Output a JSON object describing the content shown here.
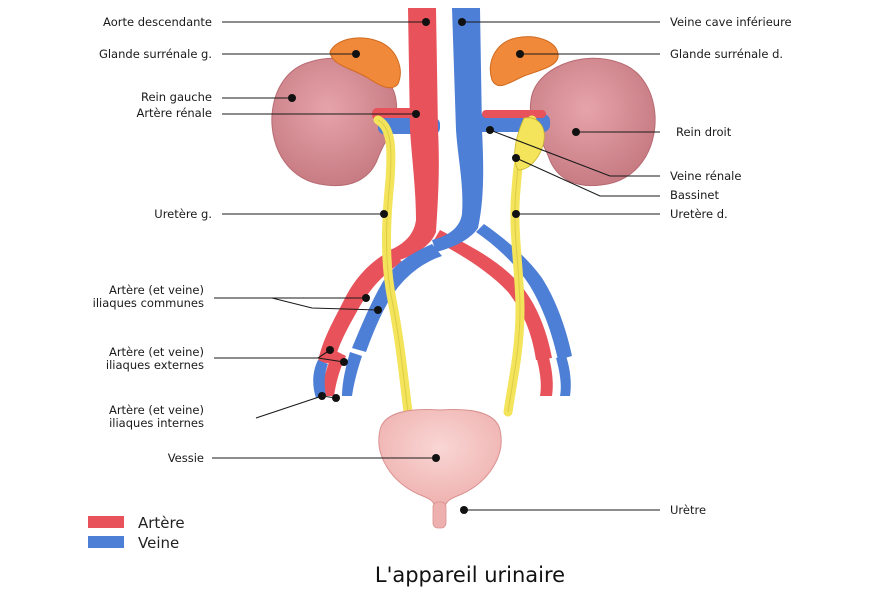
{
  "title": "L'appareil urinaire",
  "colors": {
    "artery": "#e8525a",
    "vein": "#4d7fd6",
    "kidney": "#d88e95",
    "adrenal": "#f08a3a",
    "ureter": "#f3e45c",
    "bladder": "#f4c7c5"
  },
  "labels": {
    "aorte_descendante": "Aorte descendante",
    "glande_surrenale_g": "Glande surrénale g.",
    "rein_gauche": "Rein gauche",
    "artere_renale": "Artère rénale",
    "uretere_g": "Uretère g.",
    "iliaques_communes_l1": "Artère (et veine)",
    "iliaques_communes_l2": "iliaques communes",
    "iliaques_externes_l1": "Artère (et veine)",
    "iliaques_externes_l2": "iliaques externes",
    "iliaques_internes_l1": "Artère (et veine)",
    "iliaques_internes_l2": "iliaques internes",
    "vessie": "Vessie",
    "veine_cave_inferieure": "Veine cave inférieure",
    "glande_surrenale_d": "Glande surrénale d.",
    "rein_droit": "Rein droit",
    "veine_renale": "Veine rénale",
    "bassinet": "Bassinet",
    "uretere_d": "Uretère d.",
    "uretre": "Urètre"
  },
  "legend": [
    {
      "label": "Artère",
      "color": "#e8525a"
    },
    {
      "label": "Veine",
      "color": "#4d7fd6"
    }
  ]
}
